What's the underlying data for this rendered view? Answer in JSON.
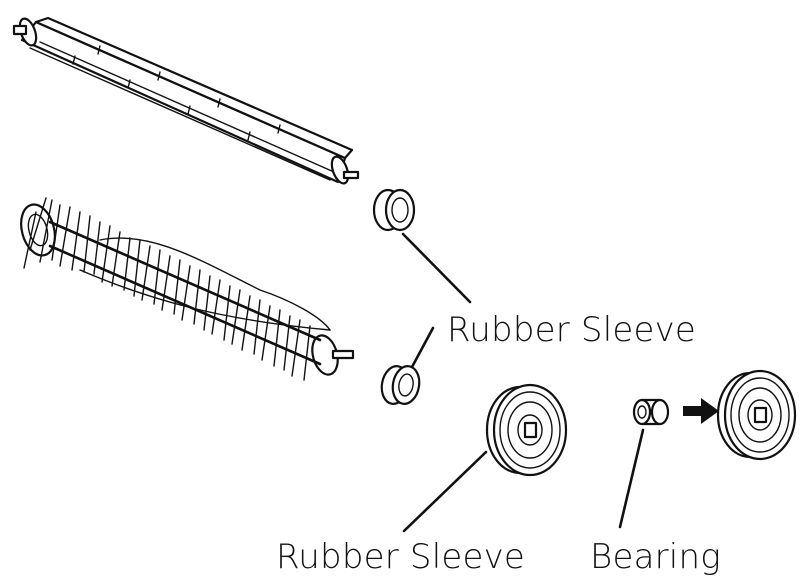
{
  "labels": {
    "rubber_sleeve_upper": "Rubber Sleeve",
    "rubber_sleeve_lower": "Rubber Sleeve",
    "bearing": "Bearing"
  },
  "icons": [
    "beater-bar-icon",
    "bristle-brush-roll-icon",
    "rubber-sleeve-icon",
    "wheel-icon",
    "bearing-icon",
    "arrow-right-icon"
  ],
  "colors": {
    "line": "#111111",
    "background": "#ffffff"
  }
}
